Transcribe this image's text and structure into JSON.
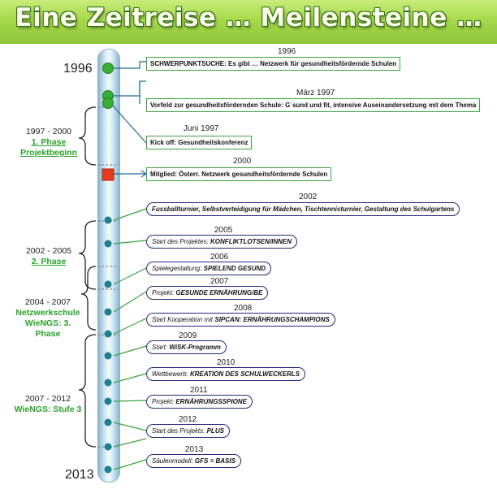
{
  "title": "Eine Zeitreise … Meilensteine …",
  "start_year": "1996",
  "end_year": "2013",
  "phases": [
    {
      "range": "1997 - 2000",
      "name_l1": "1. Phase",
      "name_l2": "Projektbeginn"
    },
    {
      "range": "2002 - 2005",
      "name_l1": "2. Phase",
      "name_l2": ""
    },
    {
      "range": "2004 - 2007",
      "name_l1": "Netzwerkschule",
      "name_l2": "WieNGS: 3. Phase"
    },
    {
      "range": "2007 - 2012",
      "name_l1": "WieNGS: Stufe 3",
      "name_l2": ""
    }
  ],
  "events": [
    {
      "year": "1996",
      "prefix": "",
      "text": "SCHWERPUNKTSUCHE: Es gibt … Netzwerk für gesundheitsfördernde Schulen"
    },
    {
      "year": "März 1997",
      "prefix": "",
      "text": "Vorfeld zur gesundheitsfördernden Schule: G´sund und fit, intensive Auseinandersetzung mit dem Thema"
    },
    {
      "year": "Juni 1997",
      "prefix": "",
      "text": "Kick off: Gesundheitskonferenz"
    },
    {
      "year": "2000",
      "prefix": "",
      "text": "Mitglied: Österr. Netzwerk gesundheitsfördernde Schulen"
    },
    {
      "year": "2002",
      "prefix": "",
      "text": "Fussballturnier, Selbstverteidigung für Mädchen, Tischtennisturnier, Gestaltung des Schulgartens"
    },
    {
      "year": "2005",
      "prefix": "Start des Projektes: ",
      "text": "KONFLIKTLOTSEN/INNEN"
    },
    {
      "year": "2006",
      "prefix": "Spielegestaltung: ",
      "text": "SPIELEND GESUND"
    },
    {
      "year": "2007",
      "prefix": "Projekt: ",
      "text": "GESUNDE ERNÄHRUNG/BE"
    },
    {
      "year": "2008",
      "prefix": "Start Kooperation mit ",
      "text": "SIPCAN: ERNÄHRUNGSCHAMPIONS"
    },
    {
      "year": "2009",
      "prefix": "Start: ",
      "text": "WiSK-Programm"
    },
    {
      "year": "2010",
      "prefix": "Wettbewerb: ",
      "text": "KREATION DES SCHULWECKERLS"
    },
    {
      "year": "2011",
      "prefix": "Projekt: ",
      "text": "ERNÄHRUNGSSPIONE"
    },
    {
      "year": "2012",
      "prefix": "Start des Projekts: ",
      "text": "PLUS"
    },
    {
      "year": "2013",
      "prefix": "Säulenmodell: ",
      "text": "GFS = BASIS"
    }
  ],
  "colors": {
    "green_line": "#3aa53a",
    "blue_line": "#1e6a9a",
    "dark_blue_border": "#1e2a7a",
    "marker_red": "#e53b1f",
    "marker_teal": "#1f7f8c",
    "header_green": "#a7d94a"
  }
}
